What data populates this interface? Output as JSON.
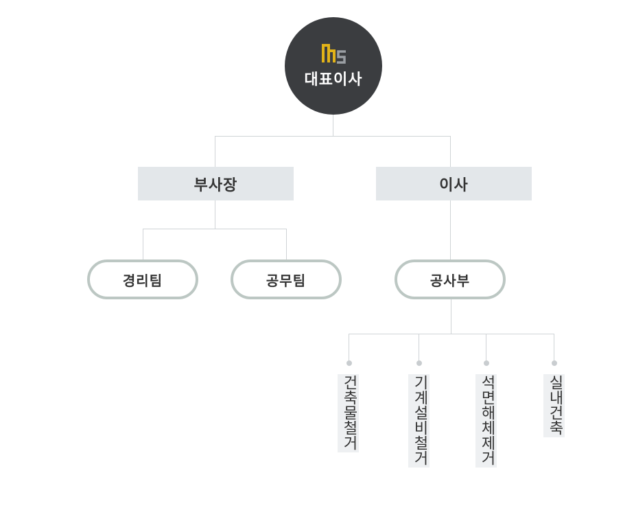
{
  "ceo": {
    "title": "대표이사",
    "logo_icon": "ms-logo-icon",
    "logo_colors": {
      "bars": "#e2b318",
      "s": "#9a9ea3"
    }
  },
  "level2": [
    {
      "label": "부사장"
    },
    {
      "label": "이사"
    }
  ],
  "teams": [
    {
      "label": "경리팀"
    },
    {
      "label": "공무팀"
    },
    {
      "label": "공사부"
    }
  ],
  "divisions": [
    {
      "label": "건축물철거"
    },
    {
      "label": "기계설비철거"
    },
    {
      "label": "석면해체제거"
    },
    {
      "label": "실내건축"
    }
  ],
  "colors": {
    "ceo_bg": "#3b3d40",
    "box_bg": "#e3e7ea",
    "pill_border": "#bcc7c3",
    "line": "#cfd3d6"
  }
}
